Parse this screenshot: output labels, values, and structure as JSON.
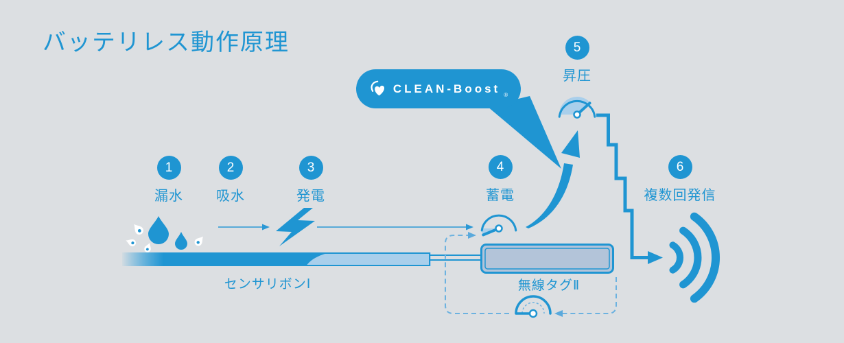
{
  "title": "バッテリレス動作原理",
  "brand": {
    "name": "CLEAN-Boost",
    "registered": "®"
  },
  "steps": [
    {
      "num": "1",
      "label": "漏水"
    },
    {
      "num": "2",
      "label": "吸水"
    },
    {
      "num": "3",
      "label": "発電"
    },
    {
      "num": "4",
      "label": "蓄電"
    },
    {
      "num": "5",
      "label": "昇圧"
    },
    {
      "num": "6",
      "label": "複数回発信"
    }
  ],
  "components": {
    "sensor_ribbon": "センサリボンⅠ",
    "wireless_tag": "無線タグⅡ"
  },
  "icons": {
    "logo": "clean-boost-heart-icon",
    "water": "water-drop-icon",
    "splash": "splash-droplet-icon",
    "power": "lightning-icon",
    "store": "gauge-low-icon",
    "boost": "gauge-high-icon",
    "discharge": "gauge-empty-icon",
    "transmit": "wifi-signal-icon"
  },
  "colors": {
    "accent": "#1f95d2",
    "light_blue": "#a9cfeb",
    "tag_fill": "#b3c4d9",
    "background": "#dcdfe2",
    "dashed_loop": "#6cb2e0",
    "white": "#ffffff"
  }
}
